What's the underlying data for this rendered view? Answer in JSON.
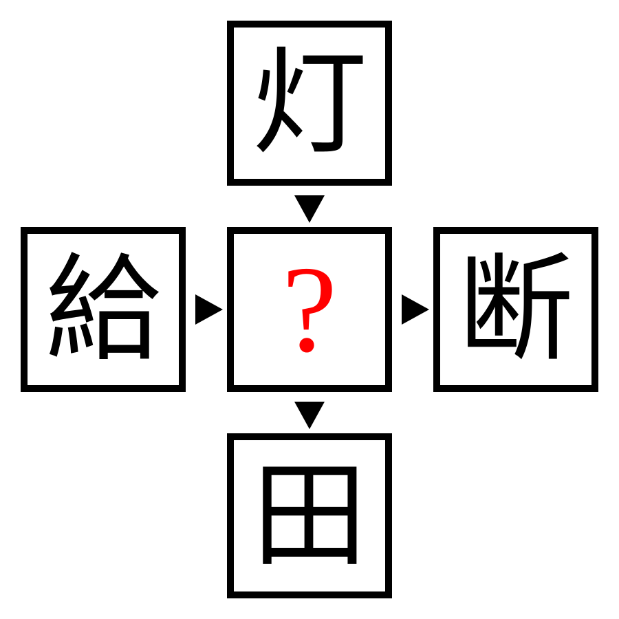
{
  "puzzle": {
    "top": "灯",
    "left": "給",
    "center": "?",
    "right": "断",
    "bottom": "田"
  },
  "colors": {
    "border": "#000000",
    "text": "#000000",
    "question": "#ff0000",
    "background": "#ffffff"
  },
  "icons": {
    "down": "down-triangle-arrow-icon",
    "right": "right-triangle-arrow-icon"
  }
}
